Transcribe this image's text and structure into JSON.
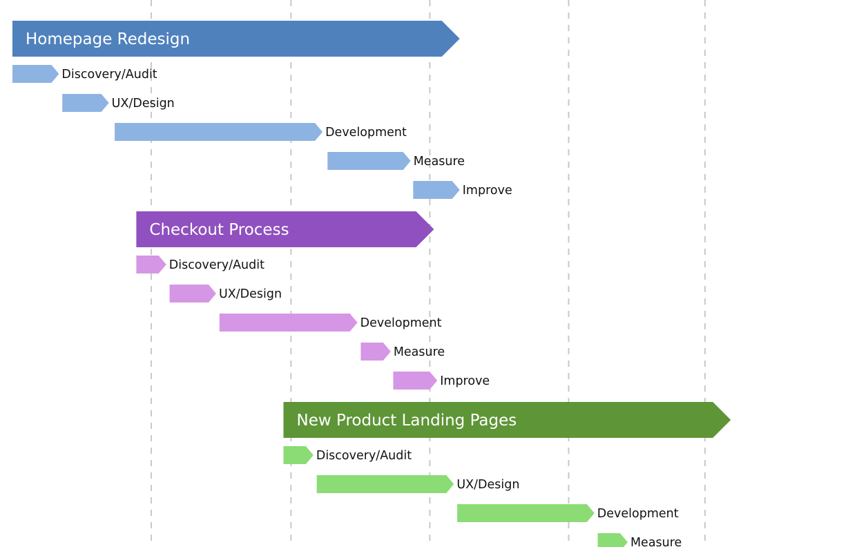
{
  "chart_data": {
    "type": "gantt",
    "title": "",
    "x_range": [
      0,
      100
    ],
    "grid": {
      "vertical_lines_at": [
        16.7,
        33.5,
        50.2,
        66.9,
        83.3
      ]
    },
    "projects": [
      {
        "name": "Homepage Redesign",
        "color": "#4f81bd",
        "task_color": "#8db3e2",
        "start": 0,
        "end": 53.8,
        "tasks": [
          {
            "name": "Discovery/Audit",
            "start": 0,
            "end": 5.6
          },
          {
            "name": "UX/Design",
            "start": 6.0,
            "end": 11.6
          },
          {
            "name": "Development",
            "start": 12.3,
            "end": 37.3
          },
          {
            "name": "Measure",
            "start": 37.9,
            "end": 47.9
          },
          {
            "name": "Improve",
            "start": 48.2,
            "end": 53.8
          }
        ]
      },
      {
        "name": "Checkout Process",
        "color": "#9050bf",
        "task_color": "#d596e5",
        "start": 14.9,
        "end": 50.7,
        "tasks": [
          {
            "name": "Discovery/Audit",
            "start": 14.9,
            "end": 18.5
          },
          {
            "name": "UX/Design",
            "start": 18.9,
            "end": 24.5
          },
          {
            "name": "Development",
            "start": 24.9,
            "end": 41.5
          },
          {
            "name": "Measure",
            "start": 41.9,
            "end": 45.5
          },
          {
            "name": "Improve",
            "start": 45.8,
            "end": 51.1
          }
        ]
      },
      {
        "name": "New Product Landing Pages",
        "color": "#5e9537",
        "task_color": "#8bdc74",
        "start": 32.6,
        "end": 86.4,
        "tasks": [
          {
            "name": "Discovery/Audit",
            "start": 32.6,
            "end": 36.2
          },
          {
            "name": "UX/Design",
            "start": 36.6,
            "end": 53.1
          },
          {
            "name": "Development",
            "start": 53.5,
            "end": 70.0
          },
          {
            "name": "Measure",
            "start": 70.4,
            "end": 74.0
          }
        ]
      }
    ]
  }
}
